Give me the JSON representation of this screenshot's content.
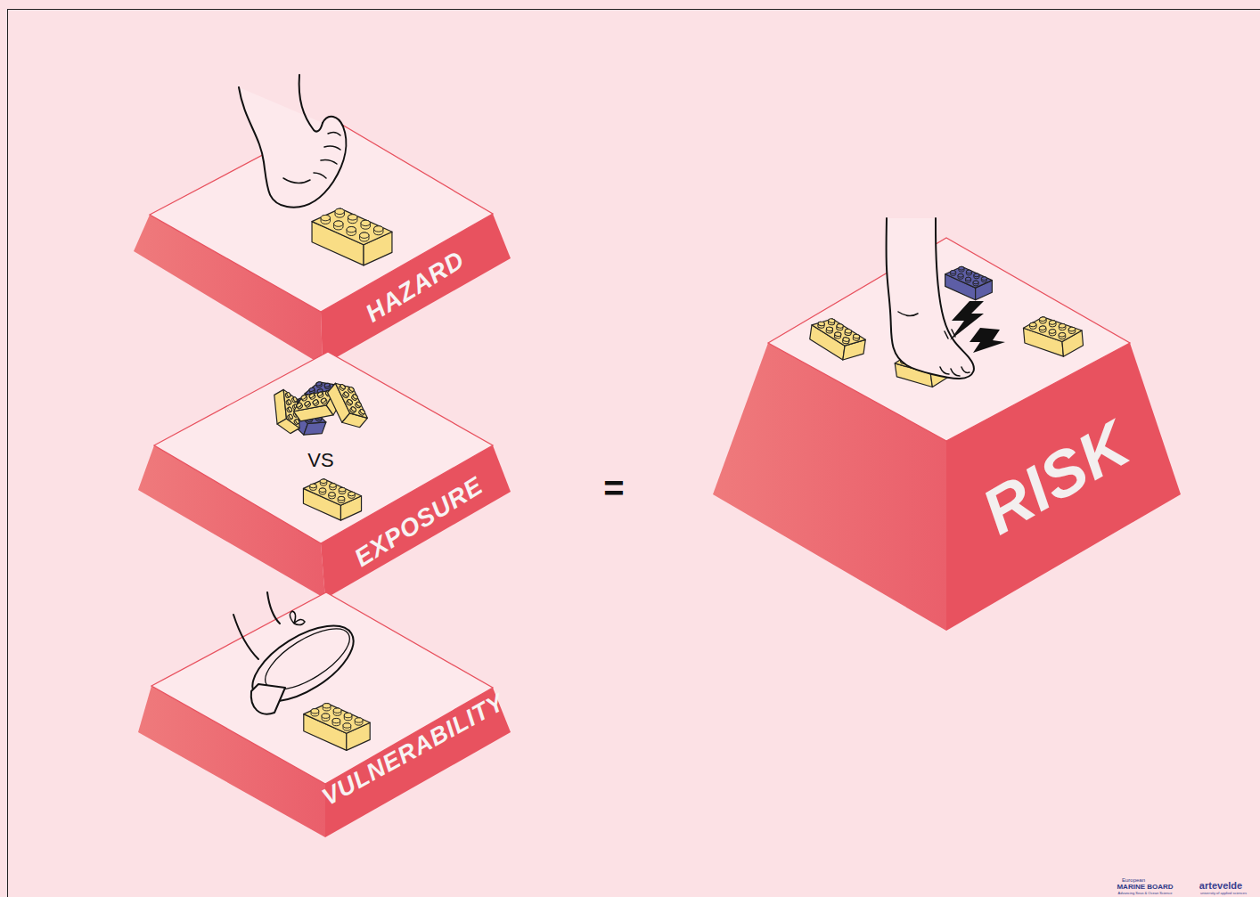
{
  "diagram": {
    "nodes": [
      {
        "text": [
          "HAZARD"
        ]
      },
      {
        "text": [
          "VS",
          "EXPOSURE"
        ]
      },
      {
        "text": [
          "VULNERABILITY"
        ]
      },
      {
        "text": [
          "RISK"
        ]
      }
    ],
    "labels": [
      "=",
      "European",
      "MARINE BOARD",
      "Advancing Seas & Ocean Science",
      "artevelde",
      "university of applied sciences"
    ]
  }
}
